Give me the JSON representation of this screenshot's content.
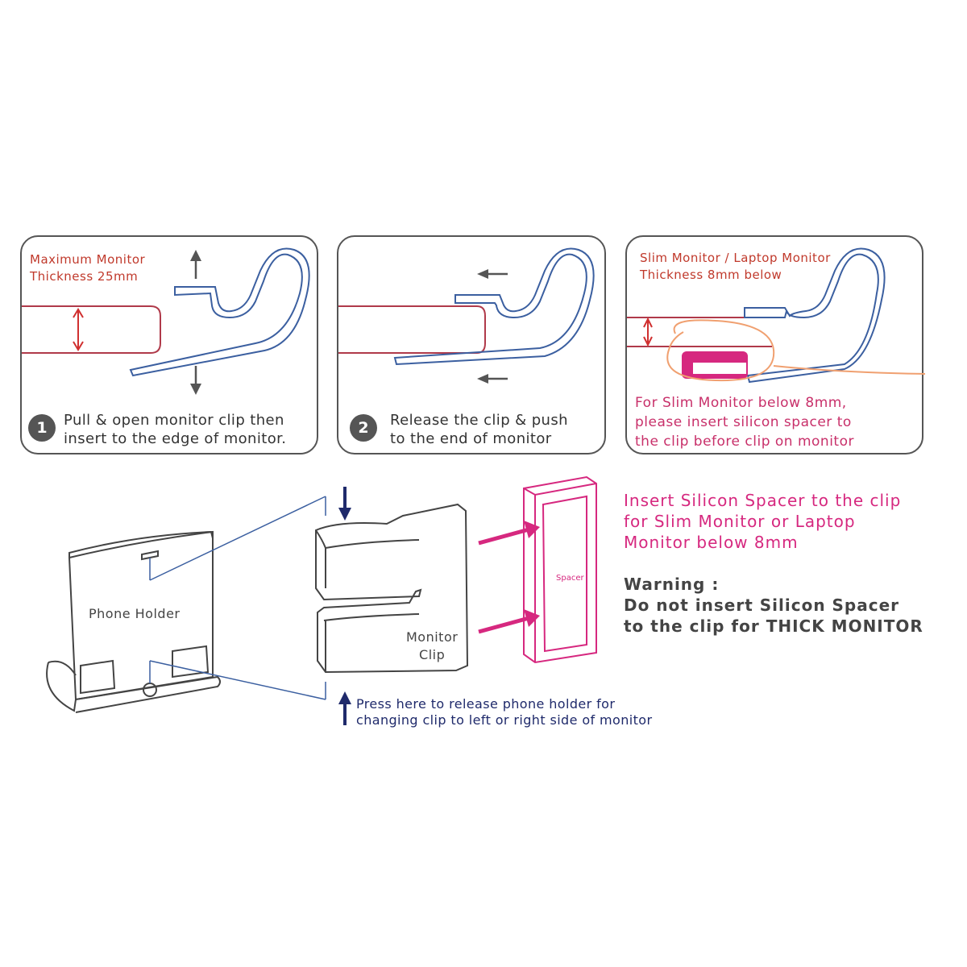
{
  "panels": {
    "panel1": {
      "label": "Maximum Monitor\nThickness 25mm",
      "step": "1",
      "text": "Pull & open monitor clip then\ninsert to the edge of monitor."
    },
    "panel2": {
      "step": "2",
      "text": "Release the clip & push\nto the end of monitor"
    },
    "panel3": {
      "label": "Slim Monitor / Laptop Monitor\nThickness 8mm below",
      "text": "For Slim Monitor below 8mm,\nplease insert silicon spacer to\nthe clip before clip on monitor"
    }
  },
  "diagram": {
    "phone_holder": "Phone Holder",
    "monitor_clip": "Monitor\nClip",
    "spacer": "Spacer",
    "press_note": "Press here to release phone holder for\nchanging clip to left or right side of monitor"
  },
  "notes": {
    "insert": "Insert Silicon Spacer to the clip\nfor Slim Monitor or Laptop\nMonitor below 8mm",
    "warning_title": "Warning :",
    "warning_text": "Do not insert Silicon Spacer\nto the clip for THICK MONITOR"
  },
  "colors": {
    "accent_magenta": "#d6287f",
    "label_red": "#c0392b",
    "clip_blue": "#3b5fa0",
    "arrow_navy": "#1f2a6b"
  }
}
